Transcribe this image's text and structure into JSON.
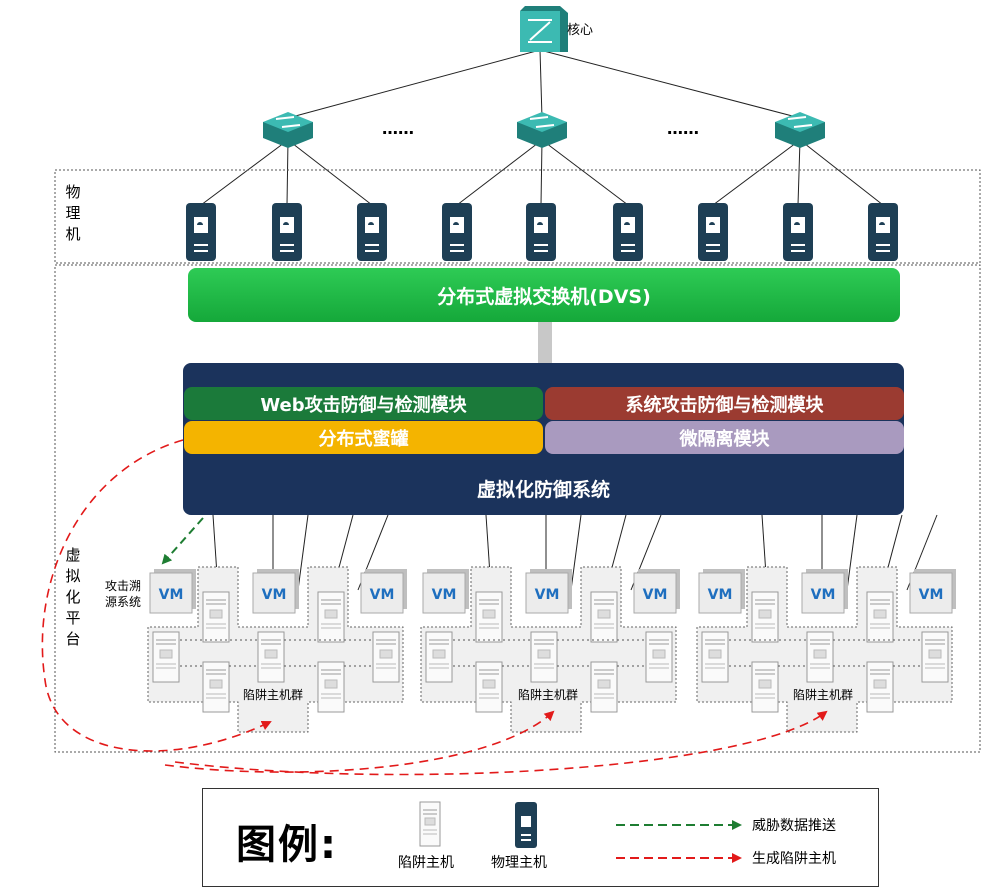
{
  "core_label": "核心",
  "ellipsis": "……",
  "physical_machines_label": "物理机",
  "dvs_label": "分布式虚拟交换机(DVS)",
  "modules": {
    "web": "Web攻击防御与检测模块",
    "system": "系统攻击防御与检测模块",
    "honeypot": "分布式蜜罐",
    "micro_isolation": "微隔离模块"
  },
  "virtual_defense_label": "虚拟化防御系统",
  "virtual_platform_label": "虚拟化平台",
  "attack_trace_label": "攻击溯源系统",
  "vm_label": "VM",
  "trap_group_label": "陷阱主机群",
  "legend": {
    "title": "图例:",
    "trap_host": "陷阱主机",
    "physical_host": "物理主机",
    "threat_push": "威胁数据推送",
    "generate_trap": "生成陷阱主机"
  },
  "colors": {
    "dvs": "#22b848",
    "vds": "#1b335c",
    "web_module": "#1b7a3a",
    "system_module": "#9b3b31",
    "honeypot_module": "#f4b400",
    "micro_isolation_module": "#a99abf",
    "switch": "#2fa6a0",
    "server": "#1e3f55",
    "threat_arrow": "#1e7d32",
    "generate_arrow": "#e21a1a"
  }
}
